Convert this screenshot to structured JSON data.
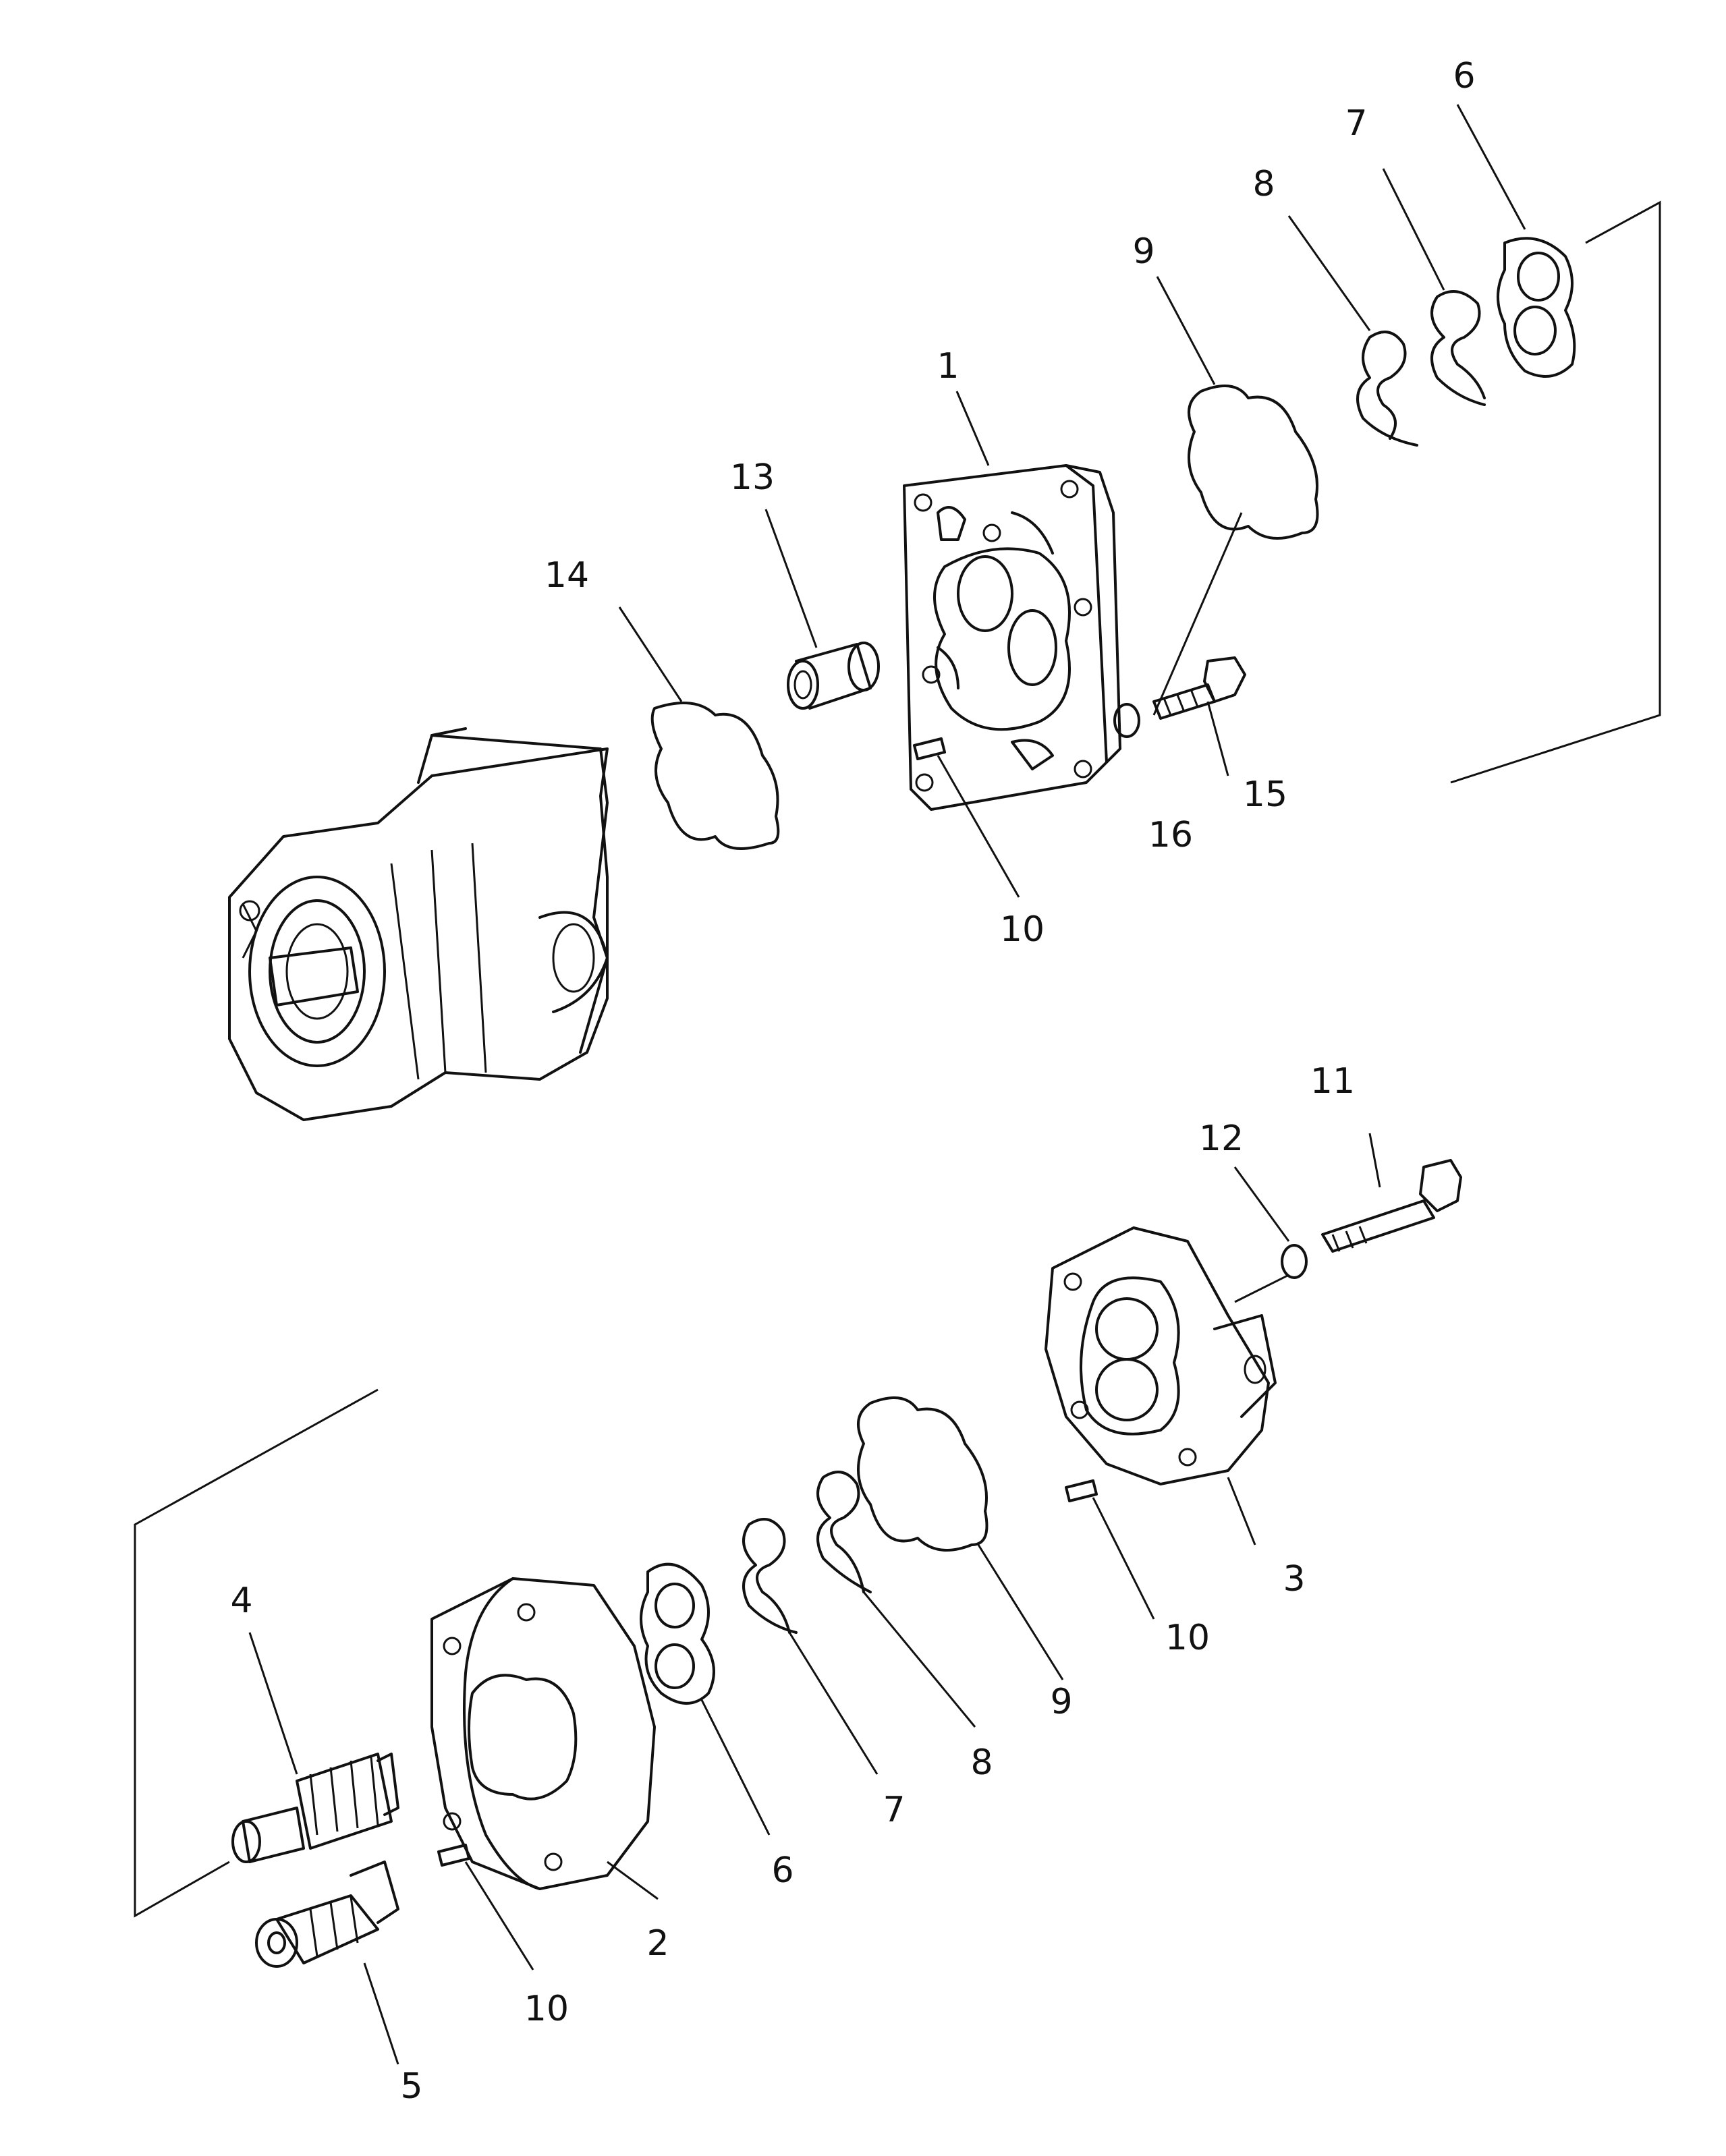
{
  "callouts": [
    {
      "id": "c1",
      "label": "1"
    },
    {
      "id": "c2",
      "label": "2"
    },
    {
      "id": "c3",
      "label": "3"
    },
    {
      "id": "c4",
      "label": "4"
    },
    {
      "id": "c5",
      "label": "5"
    },
    {
      "id": "c6a",
      "label": "6"
    },
    {
      "id": "c6b",
      "label": "6"
    },
    {
      "id": "c7a",
      "label": "7"
    },
    {
      "id": "c7b",
      "label": "7"
    },
    {
      "id": "c8a",
      "label": "8"
    },
    {
      "id": "c8b",
      "label": "8"
    },
    {
      "id": "c9a",
      "label": "9"
    },
    {
      "id": "c9b",
      "label": "9"
    },
    {
      "id": "c10a",
      "label": "10"
    },
    {
      "id": "c10b",
      "label": "10"
    },
    {
      "id": "c10c",
      "label": "10"
    },
    {
      "id": "c11",
      "label": "11"
    },
    {
      "id": "c12",
      "label": "12"
    },
    {
      "id": "c13",
      "label": "13"
    },
    {
      "id": "c14",
      "label": "14"
    },
    {
      "id": "c15",
      "label": "15"
    },
    {
      "id": "c16",
      "label": "16"
    }
  ]
}
